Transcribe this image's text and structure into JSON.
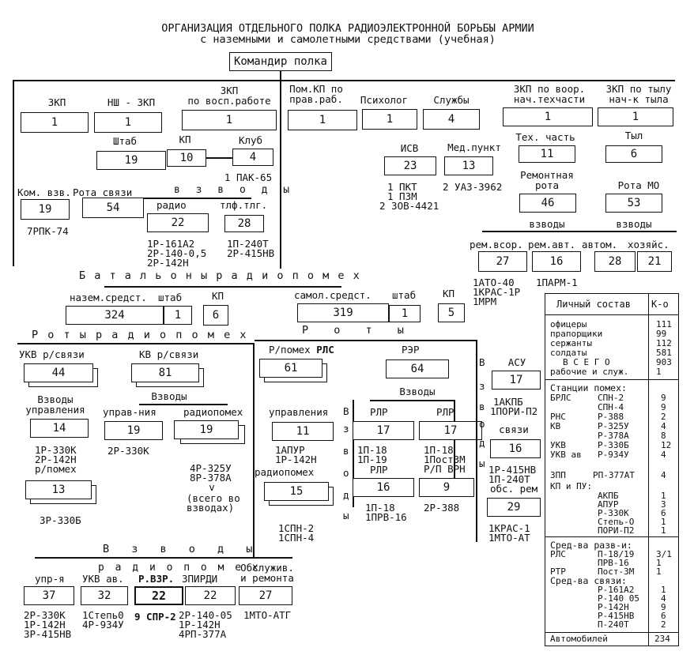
{
  "title": {
    "line1": "ОРГАНИЗАЦИЯ ОТДЕЛЬНОГО ПОЛКА РАДИОЭЛЕКТРОННОЙ БОРЬБЫ АРМИИ",
    "line2": "с наземными и самолетными средствами (учебная)"
  },
  "commander": "Командир полка",
  "top": {
    "zkp": "ЗКП",
    "zkp_v": "1",
    "nsh": "НШ - ЗКП",
    "nsh_v": "1",
    "vosp1": "ЗКП",
    "vosp2": "по восп.работе",
    "vosp_v": "1",
    "pompr1": "Пом.КП по",
    "pompr2": "прав.раб.",
    "pompr_v": "1",
    "psych": "Психолог",
    "psych_v": "1",
    "serv": "Службы",
    "serv_v": "4",
    "tech1": "ЗКП по воор.",
    "tech2": "нач.техчасти",
    "tech_v": "1",
    "rear1": "ЗКП по тылу",
    "rear2": "нач-к тыла",
    "rear_v": "1"
  },
  "hq": {
    "shtab": "Штаб",
    "shtab_v": "19",
    "kp": "КП",
    "kp_v": "10",
    "club": "Клуб",
    "club_v": "4",
    "club_eq": "1 ПАК-65",
    "kom": "Ком. взв.",
    "kom_v": "19",
    "kom_eq": "7РПК-74",
    "rs": "Рота связи",
    "rs_v": "54",
    "vzvody": "в з в о д ы",
    "radio": "радио",
    "radio_v": "22",
    "radio_eq1": "1Р-161А2",
    "radio_eq2": "2Р-140-0,5",
    "radio_eq3": "2Р-142Н",
    "tlf": "тлф.тлг.",
    "tlf_v": "28",
    "tlf_eq1": "1П-240Т",
    "tlf_eq2": "2Р-415НВ"
  },
  "services": {
    "isv": "ИСВ",
    "isv_v": "23",
    "isv_eq1": "1 ПКТ",
    "isv_eq2": "1 ПЗМ",
    "isv_eq3": "2 ЗОВ-4421",
    "med": "Мед.пункт",
    "med_v": "13",
    "med_eq": "2 УАЗ-3962"
  },
  "tech": {
    "part": "Тех. часть",
    "part_v": "11",
    "rr1": "Ремонтная",
    "rr2": "рота",
    "rr_v": "46",
    "vz": "взводы",
    "rem1": "рем.вcор.",
    "rem1_v": "27",
    "rem2": "рем.авт.",
    "rem2_v": "16",
    "rem3": "автом.",
    "rem3_v": "28",
    "eq1": "1АТО-40",
    "eq2": "1КРАС-1Р",
    "eq3": "1МРМ",
    "eq4": "1ПАРМ-1"
  },
  "rear": {
    "tyl": "Тыл",
    "tyl_v": "6",
    "mo": "Рота МО",
    "mo_v": "53",
    "vz": "взводы",
    "hoz": "хозяйс.",
    "hoz_v": "21"
  },
  "bat": {
    "title": "Б а т а л ь о н ы   р а д и о п о м е х",
    "ground": "назем.средст.",
    "ground_v": "324",
    "shtab1": "штаб",
    "shtab1_v": "1",
    "kp1": "КП",
    "kp1_v": "6",
    "air": "самол.средст.",
    "air_v": "319",
    "shtab2": "штаб",
    "shtab2_v": "1",
    "kp2": "КП",
    "kp2_v": "5"
  },
  "ground": {
    "roty": "Р о т ы   р а д и о п о м е х",
    "ukv": "УКВ р/связи",
    "ukv_v": "44",
    "vu1": "Взводы",
    "vu2": "управления",
    "vu_v": "14",
    "vu_eq1": "1Р-330К",
    "vu_eq2": "2Р-142Н",
    "vu_eq3": "р/помех",
    "ukv2_v": "13",
    "ukv2_eq": "3Р-330Б",
    "kv": "КВ р/связи",
    "kv_v": "81",
    "kvvz": "Взводы",
    "upr": "управ-ния",
    "upr_v": "19",
    "upr_eq": "2Р-330К",
    "rp": "радиопомех",
    "rp_v": "19",
    "rp_eq1": "4Р-325У",
    "rp_eq2": "8Р-378А",
    "rp_eq3": "v",
    "rp_eq4": "(всего во",
    "rp_eq5": "взводах)"
  },
  "bottom": {
    "vzvody": "В з в о д ы",
    "rp": "р а д и о п о м е х",
    "obs1": "Обслужив.",
    "obs2": "и ремонта",
    "u1": "упр-я",
    "u1_v": "37",
    "u1_eq1": "2Р-330К",
    "u1_eq2": "1Р-142Н",
    "u1_eq3": "3Р-415НВ",
    "u2": "УКВ ав.",
    "u2_v": "32",
    "u2_eq1": "1Степь0",
    "u2_eq2": "4Р-934У",
    "u3": "Р.ВЗР.",
    "u3_v": "22",
    "u3_eq": "9 СПР-2",
    "u4": "ЗПИРДИ",
    "u4_v": "22",
    "u4_eq1": "2Р-140-05",
    "u4_eq2": "1Р-142Н",
    "u4_eq3": "4РП-377А",
    "u5_v": "27",
    "u5_eq": "1МТО-АТГ"
  },
  "air": {
    "roty": "Р о т ы",
    "rp": "Р/помех",
    "rp2": "РЛС",
    "rp_v": "61",
    "rer": "РЭР",
    "rer_v": "64",
    "vzv": "Взводы",
    "upr": "управления",
    "upr_v": "11",
    "upr_eq1": "1АПУР",
    "upr_eq2": "1Р-142Н",
    "vzvody_v": [
      "В",
      "з",
      "в",
      "о",
      "д",
      "ы"
    ],
    "rlp1": "РЛР",
    "rlp1_v": "17",
    "rlp1_eq1": "1П-18",
    "rlp1_eq2": "1П-19",
    "rlp2": "РЛР",
    "rlp2_v": "17",
    "rlp2_eq1": "1П-18",
    "rlp2_eq2": "1ПостЗМ",
    "rlp3": "РЛР",
    "rlp3_v": "16",
    "rlp3_eq1": "1П-18",
    "rlp3_eq2": "1ПРВ-16",
    "brn": "Р/П ВРН",
    "brn_v": "9",
    "brn_eq": "2Р-388",
    "rad": "радиопомех",
    "rad_v": "15",
    "rad_eq1": "1СПН-2",
    "rad_eq2": "1СПН-4",
    "asu": "АСУ",
    "asu_v": "17",
    "asu_eq1": "1АКПБ",
    "asu_eq2": "1ПОРИ-П2",
    "sv": "связи",
    "sv_v": "16",
    "sv_eq1": "1Р-415НВ",
    "sv_eq2": "1П-240Т",
    "obs": "обс. рем",
    "obs_v": "29",
    "obs_eq1": "1КРАС-1",
    "obs_eq2": "1МТО-АТ",
    "vzv2": [
      "В",
      "з",
      "в",
      "о",
      "д",
      "ы"
    ]
  },
  "stats": {
    "h1": "Личный состав",
    "h2": "К-о",
    "p": [
      {
        "n": "офицеры",
        "v": "111"
      },
      {
        "n": "прапорщики",
        "v": "99"
      },
      {
        "n": "сержанты",
        "v": "112"
      },
      {
        "n": "солдаты",
        "v": "581"
      },
      {
        "n": "В С Е Г О",
        "v": "903"
      },
      {
        "n": "рабочие и служ.",
        "v": "1"
      }
    ],
    "s_head": "Станции помех:",
    "s": [
      {
        "a": "БРЛС",
        "b": "СПН-2",
        "v": "9"
      },
      {
        "a": "",
        "b": "СПН-4",
        "v": "9"
      },
      {
        "a": "РНС",
        "b": "Р-388",
        "v": "2"
      },
      {
        "a": "КВ",
        "b": "Р-325У",
        "v": "4"
      },
      {
        "a": "",
        "b": "Р-378А",
        "v": "8"
      },
      {
        "a": "УКВ",
        "b": "Р-330Б",
        "v": "12"
      },
      {
        "a": "УКВ ав",
        "b": "Р-934У",
        "v": "4"
      }
    ],
    "zpp_a": "ЗПП",
    "zpp_b": "РП-377АТ",
    "zpp_v": "4",
    "kp_head": "КП и ПУ:",
    "kp": [
      {
        "b": "АКПБ",
        "v": "1"
      },
      {
        "b": "АПУР",
        "v": "3"
      },
      {
        "b": "Р-330К",
        "v": "6"
      },
      {
        "b": "Степь-О",
        "v": "1"
      },
      {
        "b": "ПОРИ-П2",
        "v": "1"
      }
    ],
    "r_head": "Сред-ва разв-и:",
    "r": [
      {
        "a": "РЛС",
        "b": "П-18/19",
        "v": "3/1"
      },
      {
        "a": "",
        "b": "ПРВ-16",
        "v": "1"
      },
      {
        "a": "РТР",
        "b": "Пост-3М",
        "v": "1"
      }
    ],
    "c_head": "Сред-ва связи:",
    "c": [
      {
        "b": "Р-161А2",
        "v": "1"
      },
      {
        "b": "Р-140 05",
        "v": "4"
      },
      {
        "b": "Р-142Н",
        "v": "9"
      },
      {
        "b": "Р-415НВ",
        "v": "6"
      },
      {
        "b": "П-240Т",
        "v": "2"
      }
    ],
    "auto": "Автомобилей",
    "auto_v": "234"
  }
}
